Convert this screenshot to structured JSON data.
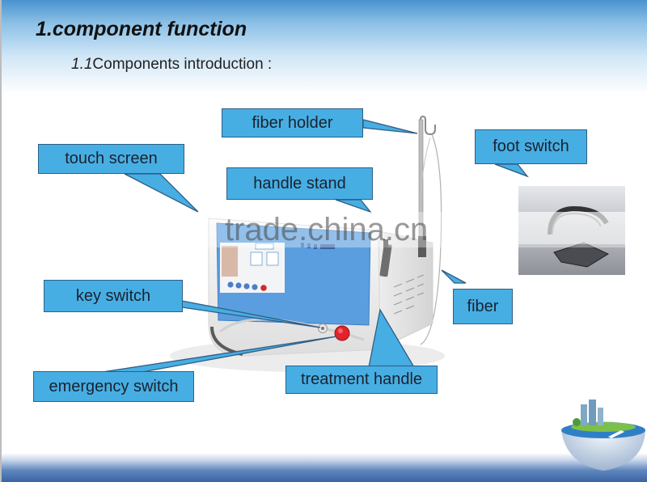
{
  "slide": {
    "title": "1.component function",
    "subtitle_number": "1.1",
    "subtitle_text": "Components introduction :",
    "watermark": "trade.china.cn"
  },
  "callouts": [
    {
      "id": "touch-screen",
      "label": "touch screen"
    },
    {
      "id": "fiber-holder",
      "label": "fiber holder"
    },
    {
      "id": "handle-stand",
      "label": "handle stand"
    },
    {
      "id": "foot-switch",
      "label": "foot switch"
    },
    {
      "id": "key-switch",
      "label": "key switch"
    },
    {
      "id": "fiber",
      "label": "fiber"
    },
    {
      "id": "emergency-switch",
      "label": "emergency switch"
    },
    {
      "id": "treatment-handle",
      "label": "treatment handle"
    }
  ],
  "colors": {
    "callout_fill": "#47aee3",
    "callout_border": "#2f5e84",
    "device_screen": "#5a9ee0",
    "emergency_button": "#e0242a"
  }
}
